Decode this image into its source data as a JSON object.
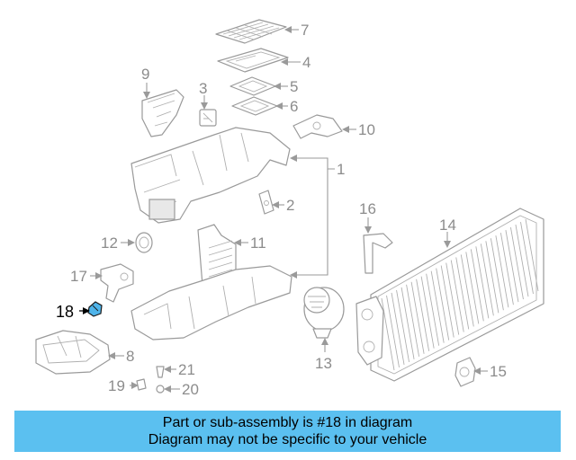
{
  "callouts": {
    "c1": "1",
    "c2": "2",
    "c3": "3",
    "c4": "4",
    "c5": "5",
    "c6": "6",
    "c7": "7",
    "c8": "8",
    "c9": "9",
    "c10": "10",
    "c11": "11",
    "c12": "12",
    "c13": "13",
    "c14": "14",
    "c15": "15",
    "c16": "16",
    "c17": "17",
    "c18": "18",
    "c19": "19",
    "c20": "20",
    "c21": "21"
  },
  "highlight": {
    "part_number": "18",
    "color": "#4fb4ea"
  },
  "banner": {
    "line1": "Part or sub-assembly is #18 in diagram",
    "line2": "Diagram may not be specific to your vehicle",
    "background": "#5bc0f0"
  }
}
